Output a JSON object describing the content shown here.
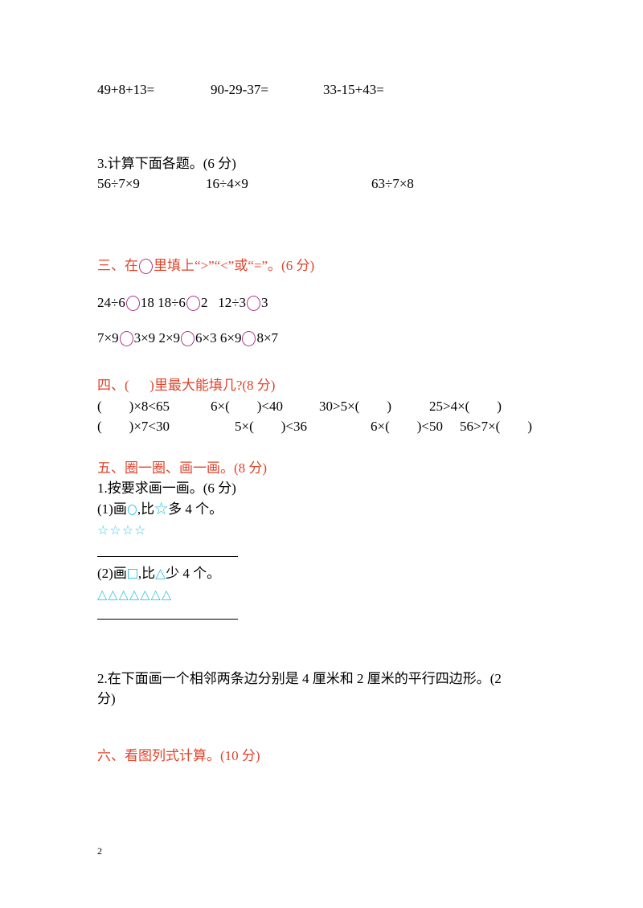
{
  "row1": {
    "a": "49+8+13=",
    "b": "90-29-37=",
    "c": "33-15+43="
  },
  "q3": {
    "title": "3.计算下面各题。(6 分)",
    "a": "56÷7×9",
    "b": "16÷4×9",
    "c": "63÷7×8"
  },
  "sec3": {
    "title_pre": "三、在",
    "title_post": "里填上“>”“<”或“=”。(6 分)",
    "r1": [
      {
        "l": "24÷6",
        "r": "18"
      },
      {
        "l": "18÷6",
        "r": "2"
      },
      {
        "l": "12÷3",
        "r": "3"
      }
    ],
    "r2": [
      {
        "l": "7×9",
        "r": "3×9"
      },
      {
        "l": "2×9",
        "r": "6×3"
      },
      {
        "l": "6×9",
        "r": "8×7"
      }
    ]
  },
  "sec4": {
    "title": "四、(      )里最大能填几?(8 分)",
    "r1": [
      "(        )×8<65",
      "6×(        )<40",
      "30>5×(        )",
      "25>4×(        )"
    ],
    "r2": [
      "(        )×7<30",
      "5×(        )<36",
      "6×(        )<50",
      "56>7×(        )"
    ]
  },
  "sec5": {
    "title": "五、圈一圈、画一画。(8 分)",
    "q1": "1.按要求画一画。(6 分)",
    "p1_pre": "(1)画",
    "p1_mid": ",比",
    "p1_post": "多 4 个。",
    "p1_star": "☆",
    "p1_shapes": "☆☆☆☆",
    "p2_pre": "(2)画",
    "p2_mid": ",比",
    "p2_post": "少 4 个。",
    "p2_tri": "△",
    "p2_shapes": "△△△△△△△",
    "q2_line1": "2.在下面画一个相邻两条边分别是 4 厘米和 2 厘米的平行四边形。(2",
    "q2_line2": "分)"
  },
  "sec6": {
    "title": "六、看图列式计算。(10 分)"
  },
  "page_number": "2"
}
